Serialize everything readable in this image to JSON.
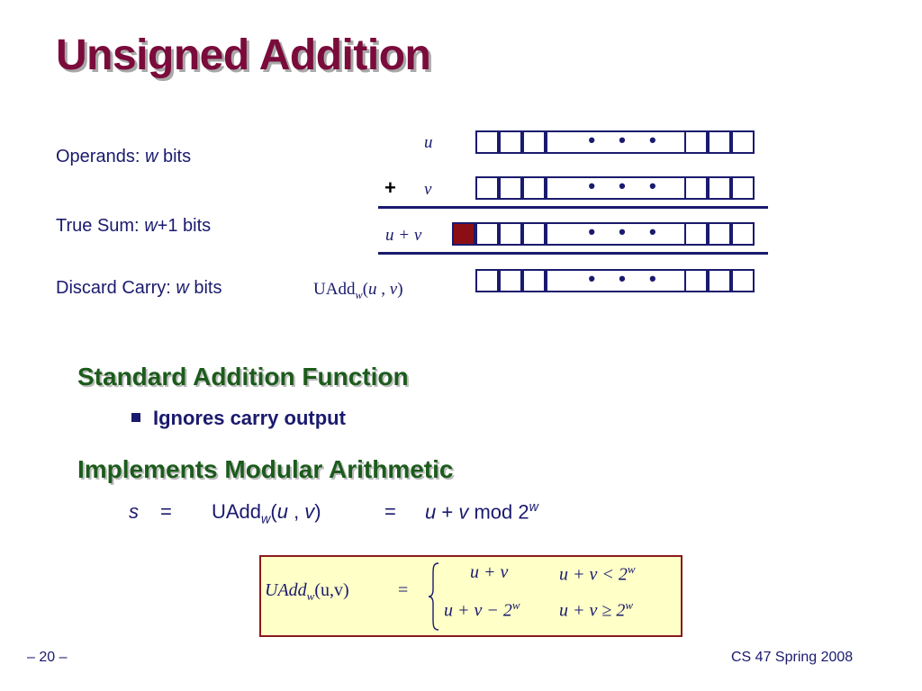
{
  "title": "Unsigned Addition",
  "labels": {
    "operands_prefix": "Operands: ",
    "operands_var": "w",
    "operands_suffix": " bits",
    "true_sum_prefix": "True Sum: ",
    "true_sum_var": "w",
    "true_sum_suffix": "+1 bits",
    "discard_prefix": "Discard Carry: ",
    "discard_var": "w",
    "discard_suffix": " bits"
  },
  "diagram": {
    "row_u_label": "u",
    "row_v_label": "v",
    "plus_sign": "+",
    "row_sum_label": "u + v",
    "row_uadd_prefix": "UAdd",
    "row_uadd_sub": "w",
    "row_uadd_args_open": "(",
    "row_uadd_arg_u": "u",
    "row_uadd_comma": " , ",
    "row_uadd_arg_v": "v",
    "row_uadd_args_close": ")",
    "ellipsis": "• • •"
  },
  "sections": {
    "heading1": "Standard Addition Function",
    "bullet1": "Ignores carry output",
    "heading2": "Implements Modular Arithmetic"
  },
  "equation": {
    "s": "s",
    "eq1": "=",
    "uadd": "UAdd",
    "uadd_sub": "w",
    "paren_open": "(",
    "u": "u",
    "comma": " , ",
    "v": "v",
    "paren_close": ")",
    "eq2": "=",
    "u2": "u",
    "plus": " + ",
    "v2": "v",
    "mod": " mod 2",
    "mod_sup": "w"
  },
  "formula": {
    "lhs_name": "UAdd",
    "lhs_sub": "w",
    "lhs_args": "(u,v)",
    "equals": "=",
    "case1_value": "u + v",
    "case1_cond": "u + v < 2",
    "case1_sup": "w",
    "case2_value": "u + v − 2",
    "case2_value_sup": "w",
    "case2_cond": "u + v ≥ 2",
    "case2_sup": "w"
  },
  "footer": {
    "page": "– 20 –",
    "course": "CS 47 Spring 2008"
  },
  "colors": {
    "title": "#7a0b3b",
    "heading": "#1c5b1c",
    "text": "#1a1a6e",
    "carry": "#8a0e14",
    "formula_bg": "#ffffc8"
  }
}
